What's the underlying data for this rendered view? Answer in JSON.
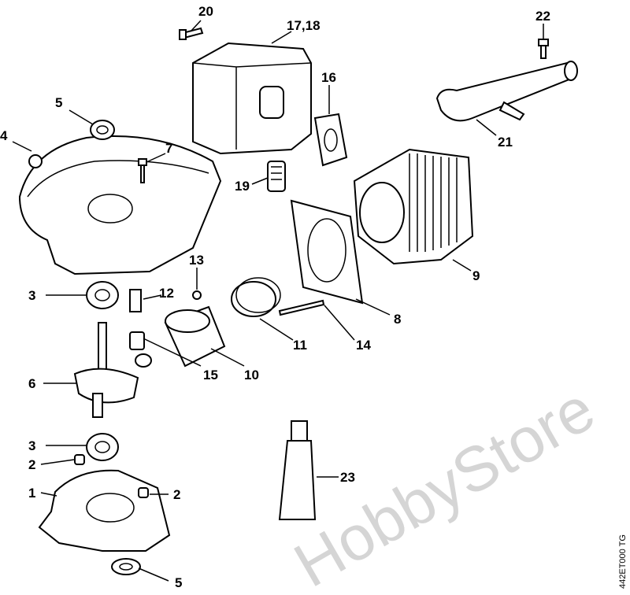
{
  "diagram": {
    "title": "Crankcase, cylinder and muffler exploded view",
    "drawing_code": "442ET000 TG",
    "watermark": "HobbyStore",
    "labels": [
      "20",
      "17,18",
      "22",
      "16",
      "5",
      "4",
      "7",
      "21",
      "19",
      "13",
      "9",
      "3",
      "12",
      "8",
      "11",
      "14",
      "15",
      "10",
      "6",
      "3",
      "2",
      "23",
      "1",
      "2",
      "5"
    ]
  }
}
